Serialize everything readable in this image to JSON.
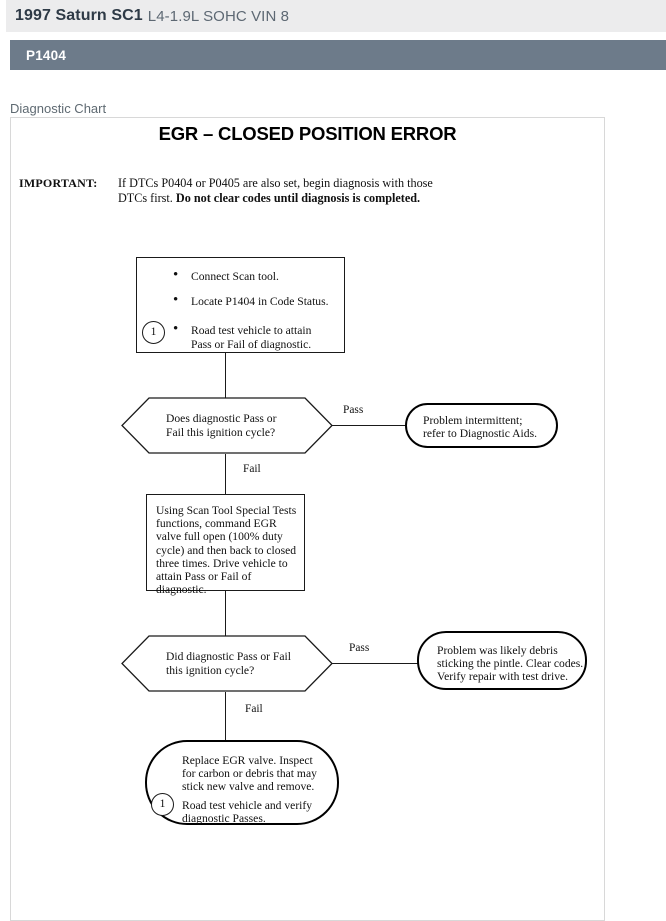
{
  "vehicle": {
    "year_make_model": "1997 Saturn SC1",
    "engine": "L4-1.9L SOHC VIN 8"
  },
  "dtc_bar": {
    "code": "P1404"
  },
  "section": {
    "label": "Diagnostic Chart"
  },
  "chart": {
    "title": "EGR – CLOSED POSITION ERROR",
    "important": {
      "label": "IMPORTANT:",
      "line1": "If DTCs P0404 or P0405 are also set, begin diagnosis with those",
      "line2_plain": "DTCs first. ",
      "line2_bold": "Do not clear codes until diagnosis is completed."
    },
    "nodes": {
      "step1": {
        "marker": "1",
        "bullet1": "Connect Scan tool.",
        "bullet2": "Locate P1404 in Code Status.",
        "bullet3_line1": "Road test vehicle to attain",
        "bullet3_line2": "Pass or Fail of diagnostic."
      },
      "decision1": {
        "line1": "Does diagnostic Pass or",
        "line2": "Fail this ignition cycle?",
        "pass_label": "Pass",
        "fail_label": "Fail"
      },
      "terminator1": {
        "line1": "Problem intermittent;",
        "line2": "refer  to Diagnostic Aids."
      },
      "step2": {
        "line1": "Using Scan Tool Special Tests",
        "line2": "functions, command EGR",
        "line3": "valve full open (100% duty",
        "line4": "cycle) and then back to closed",
        "line5": "three times. Drive vehicle to",
        "line6": "attain Pass or Fail of diagnostic."
      },
      "decision2": {
        "line1": "Did diagnostic Pass or Fail",
        "line2": "this ignition cycle?",
        "pass_label": "Pass",
        "fail_label": "Fail"
      },
      "terminator2": {
        "line1": "Problem was likely debris",
        "line2": "sticking the pintle. Clear codes.",
        "line3": "Verify repair with test drive."
      },
      "final": {
        "marker": "1",
        "line1": "Replace EGR valve. Inspect",
        "line2": "for carbon or debris that may",
        "line3": "stick new valve and remove.",
        "line4": "Road test vehicle and verify",
        "line5": "diagnostic Passes."
      }
    }
  },
  "colors": {
    "title_bar_bg": "#ececed",
    "dtc_bar_bg": "#6d7b8a",
    "title_text": "#2e3a46",
    "panel_border": "#d8d8d8"
  }
}
